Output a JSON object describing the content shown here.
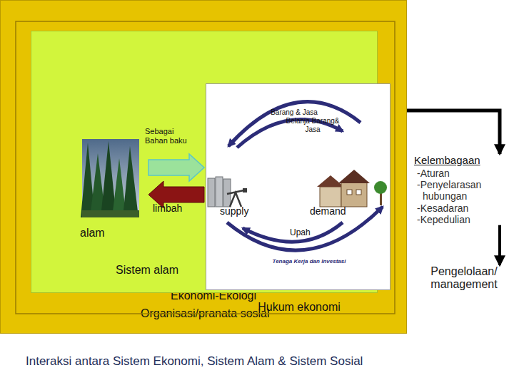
{
  "diagram": {
    "caption": "Interaksi antara Sistem Ekonomi, Sistem Alam & Sistem Sosial",
    "nodes": [
      {
        "text": [
          "Ekonomi-Ekologi",
          "Organisasi/pranata sosial"
        ]
      },
      {
        "text": [
          "Sistem alam"
        ],
        "in": 0
      },
      {
        "text": [
          "Hukum ekonomi"
        ],
        "in": 1
      },
      {
        "text": [
          "Kelembagaan",
          "-Aturan",
          "-Penyelarasan hubungan",
          "-Kesadaran",
          "-Kepedulian"
        ]
      },
      {
        "text": [
          "Pengelolaan/ management"
        ]
      }
    ],
    "edges": [
      {
        "from": 0,
        "to": 3,
        "arrow": "to"
      },
      {
        "from": 3,
        "to": 4,
        "arrow": "to"
      }
    ],
    "labels": [
      "Sebagai Bahan baku",
      "limbah",
      "alam",
      "Barang & Jasa",
      "Belanja Barang& Jasa",
      "supply",
      "demand",
      "Upah",
      "Tenaga Kerja dan Investasi"
    ]
  }
}
